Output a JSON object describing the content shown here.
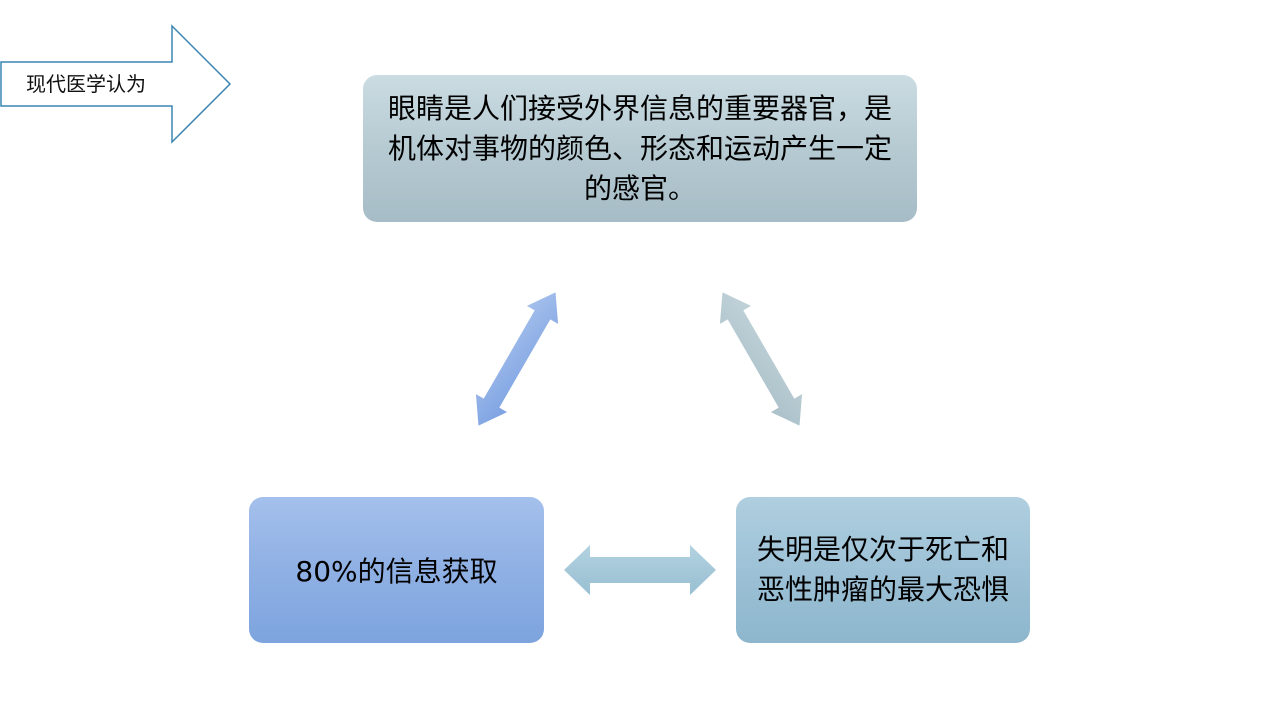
{
  "banner": {
    "label": "现代医学认为"
  },
  "nodes": {
    "top": "眼睛是人们接受外界信息的重要器官，是机体对事物的颜色、形态和运动产生一定的感官。",
    "left": "80%的信息获取",
    "right": "失明是仅次于死亡和恶性肿瘤的最大恐惧"
  },
  "colors": {
    "top_box": "#b6cad2",
    "left_box": "#8fb0e4",
    "right_box": "#9dc1d6",
    "arrow_left": "#86aae6",
    "arrow_right": "#b5c9d0",
    "arrow_bottom": "#a6c8d8",
    "banner_stroke": "#3a86b0"
  }
}
